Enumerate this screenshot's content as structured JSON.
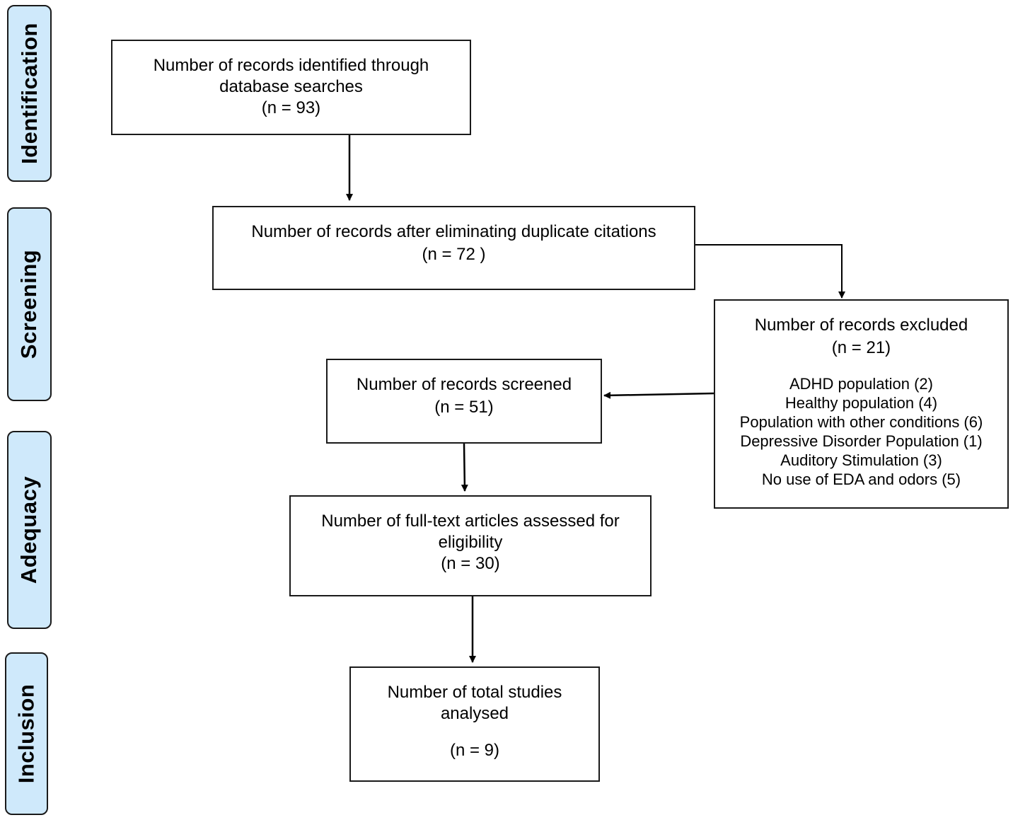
{
  "stages": {
    "identification": "Identification",
    "screening": "Screening",
    "adequacy": "Adequacy",
    "inclusion": "Inclusion"
  },
  "boxes": {
    "identified": {
      "line1": "Number of records identified through",
      "line2": "database searches",
      "count": "(n = 93)"
    },
    "deduplicated": {
      "line1": "Number of records after eliminating duplicate citations",
      "count": "(n =  72 )"
    },
    "excluded": {
      "title": "Number of records excluded",
      "count": "(n = 21)",
      "reasons": [
        "ADHD population (2)",
        "Healthy population (4)",
        "Population with other conditions (6)",
        "Depressive Disorder Population (1)",
        "Auditory Stimulation (3)",
        "No use of EDA and odors (5)"
      ]
    },
    "screened": {
      "line1": "Number of records screened",
      "count": "(n = 51)"
    },
    "fulltext": {
      "line1": "Number of full-text articles assessed for",
      "line2": "eligibility",
      "count": "(n = 30)"
    },
    "included": {
      "line1": "Number of total studies",
      "line2": "analysed",
      "count": "(n = 9)"
    }
  }
}
